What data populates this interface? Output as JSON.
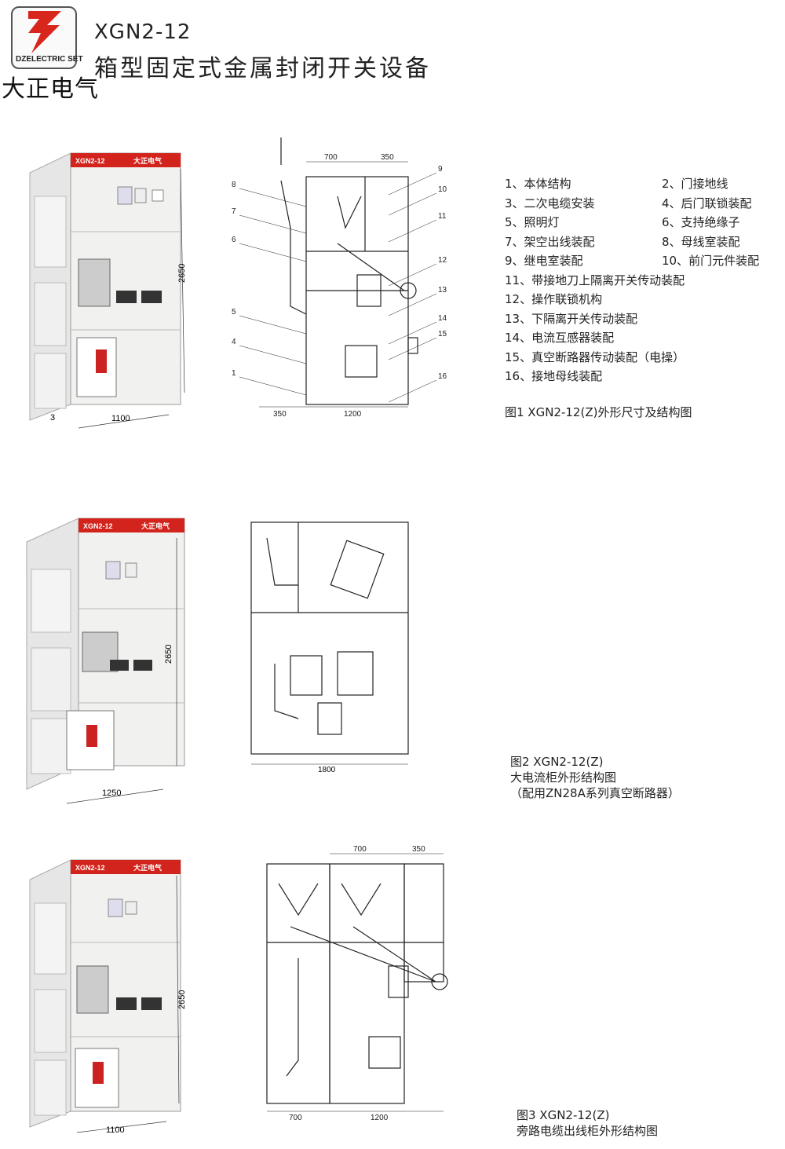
{
  "header": {
    "logo_text": "DZELECTRIC SET",
    "brand_name": "大正电气",
    "model": "XGN2-12",
    "subtitle": "箱型固定式金属封闭开关设备"
  },
  "figure1": {
    "cabinet_label": "XGN2-12",
    "cabinet_brand": "大正电气",
    "dim_height": "2650",
    "dim_width": "1100",
    "part3_label": "3",
    "dim_top_left": "700",
    "dim_top_right": "350",
    "dim_bottom_left": "350",
    "dim_bottom_right": "1200",
    "callouts_left": [
      "8",
      "7",
      "6",
      "5",
      "4",
      "1"
    ],
    "callouts_right": [
      "9",
      "10",
      "11",
      "12",
      "13",
      "14",
      "15",
      "16"
    ],
    "legend": [
      [
        "1、本体结构",
        "2、门接地线"
      ],
      [
        "3、二次电缆安装",
        "4、后门联锁装配"
      ],
      [
        "5、照明灯",
        "6、支持绝缘子"
      ],
      [
        "7、架空出线装配",
        "8、母线室装配"
      ],
      [
        "9、继电室装配",
        "10、前门元件装配"
      ],
      [
        "11、带接地刀上隔离开关传动装配",
        ""
      ],
      [
        "12、操作联锁机构",
        ""
      ],
      [
        "13、下隔离开关传动装配",
        ""
      ],
      [
        "14、电流互感器装配",
        ""
      ],
      [
        "15、真空断路器传动装配（电操）",
        ""
      ],
      [
        "16、接地母线装配",
        ""
      ]
    ],
    "caption": "图1  XGN2-12(Z)外形尺寸及结构图"
  },
  "figure2": {
    "cabinet_label": "XGN2-12",
    "cabinet_brand": "大正电气",
    "dim_height": "2650",
    "dim_width": "1250",
    "dim_bottom": "1800",
    "caption_lines": [
      "图2  XGN2-12(Z)",
      "大电流柜外形结构图",
      "（配用ZN28A系列真空断路器）"
    ]
  },
  "figure3": {
    "cabinet_label": "XGN2-12",
    "cabinet_brand": "大正电气",
    "dim_height": "2650",
    "dim_width": "1100",
    "dim_top_left": "700",
    "dim_top_right": "350",
    "dim_bottom_left": "700",
    "dim_bottom_right": "1200",
    "caption_lines": [
      "图3  XGN2-12(Z)",
      "旁路电缆出线柜外形结构图"
    ]
  }
}
